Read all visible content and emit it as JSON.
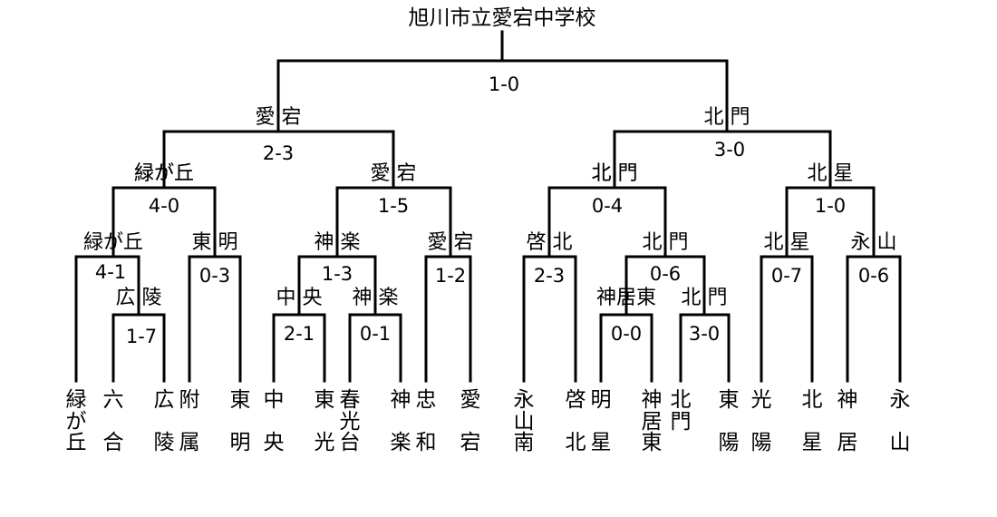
{
  "champion": "旭川市立愛宕中学校",
  "teams": [
    "緑が丘",
    "六合",
    "広陵",
    "附属",
    "東明",
    "中央",
    "東光",
    "春光台",
    "神楽",
    "忠和",
    "愛宕",
    "永山南",
    "啓北",
    "明星",
    "神居東",
    "北門",
    "東陽",
    "光陽",
    "北星",
    "神居",
    "永山"
  ],
  "matches": [
    {
      "id": "r1-a",
      "winner": "広 陵",
      "score": "1-7"
    },
    {
      "id": "r1-b",
      "winner": "緑が丘",
      "score": "4-1"
    },
    {
      "id": "r1-c",
      "winner": "東 明",
      "score": "0-3"
    },
    {
      "id": "r1-d",
      "winner": "中 央",
      "score": "2-1"
    },
    {
      "id": "r1-e",
      "winner": "神 楽",
      "score": "0-1"
    },
    {
      "id": "r1-f",
      "winner": "愛 宕",
      "score": "1-2"
    },
    {
      "id": "r1-g",
      "winner": "啓 北",
      "score": "2-3"
    },
    {
      "id": "r1-h",
      "winner": "神居東",
      "score": "0-0"
    },
    {
      "id": "r1-i",
      "winner": "北 門",
      "score": "3-0"
    },
    {
      "id": "r1-j",
      "winner": "北 星",
      "score": "0-7"
    },
    {
      "id": "r1-k",
      "winner": "永 山",
      "score": "0-6"
    },
    {
      "id": "qf-a",
      "winner": "緑が丘",
      "score": "4-0"
    },
    {
      "id": "qf-b",
      "winner": "神 楽",
      "score": "1-3"
    },
    {
      "id": "qf-c",
      "winner": "北 門",
      "score": "0-6"
    },
    {
      "id": "qf-d",
      "winner": "北 星",
      "score": "1-0"
    },
    {
      "id": "sf-a",
      "winner": "愛 宕",
      "score": "1-5"
    },
    {
      "id": "sf-b",
      "winner": "北 門",
      "score": "0-4"
    },
    {
      "id": "sf-c",
      "winner": "緑が丘",
      "score": "2-3"
    },
    {
      "id": "sf-d",
      "winner": "北 門",
      "score": "3-0"
    },
    {
      "id": "final-left",
      "winner": "愛 宕",
      "score": ""
    },
    {
      "id": "final-right",
      "winner": "北 門",
      "score": ""
    },
    {
      "id": "final",
      "winner": "旭川市立愛宕中学校",
      "score": "1-0"
    }
  ]
}
